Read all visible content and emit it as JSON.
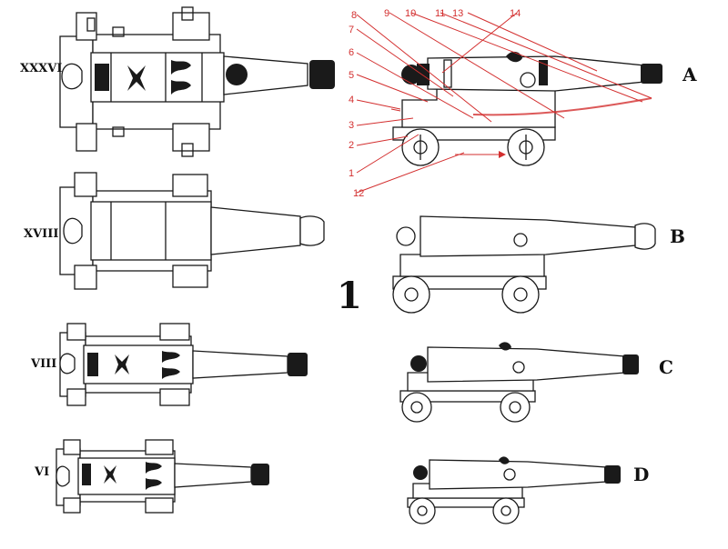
{
  "plate": {
    "figure_number": "1",
    "plan_labels": [
      "XXXVI",
      "XVIII",
      "VIII",
      "VI"
    ],
    "elevation_labels": [
      "A",
      "B",
      "C",
      "D"
    ],
    "callouts": [
      "1",
      "2",
      "3",
      "4",
      "5",
      "6",
      "7",
      "8",
      "9",
      "10",
      "11",
      "12",
      "13",
      "14"
    ]
  },
  "colors": {
    "ink": "#1a1a1a",
    "annotation": "#d32f2f",
    "paper": "#ffffff"
  }
}
